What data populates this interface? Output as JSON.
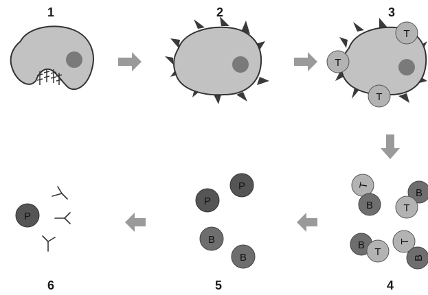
{
  "steps": {
    "s1": "1",
    "s2": "2",
    "s3": "3",
    "s4": "4",
    "s5": "5",
    "s6": "6"
  },
  "letters": {
    "t": "T",
    "b": "B",
    "p": "P"
  },
  "colors": {
    "cell_body": "#c2c2c2",
    "outline": "#333333",
    "nucleus": "#7a7a7a",
    "t_cell": "#b3b3b3",
    "b_cell": "#6e6e6e",
    "plasma_cell": "#555555",
    "spike": "#3a3a3a",
    "arrow": "#9a9a9a"
  }
}
